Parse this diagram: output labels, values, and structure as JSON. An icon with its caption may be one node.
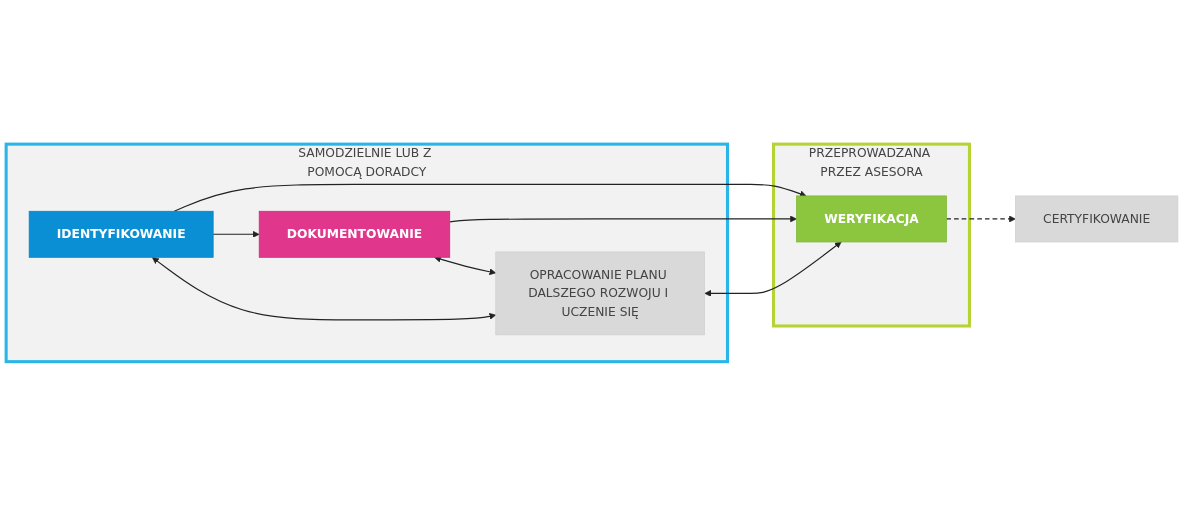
{
  "diagram": {
    "nodes": [
      {
        "text": [
          "SAMODZIELNIE LUB Z POMOCĄ DORADCY"
        ]
      },
      {
        "text": [
          "IDENTYFIKOWANIE"
        ],
        "in": 0
      },
      {
        "text": [
          "DOKUMENTOWANIE"
        ],
        "in": 0
      },
      {
        "text": [
          "OPRACOWANIE PLANU DALSZEGO ROZWOJU I UCZENIE SIĘ"
        ],
        "in": 0
      },
      {
        "text": [
          "PRZEPROWADZANA PRZEZ ASESORA"
        ]
      },
      {
        "text": [
          "WERYFIKACJA"
        ],
        "in": 4
      },
      {
        "text": [
          "CERTYFIKOWANIE"
        ]
      }
    ],
    "edges": [
      {
        "from": 1,
        "to": 5,
        "arrow": "to"
      },
      {
        "from": 1,
        "to": 2,
        "arrow": "to"
      },
      {
        "from": 2,
        "to": 5,
        "arrow": "to"
      },
      {
        "from": 1,
        "to": 3,
        "arrow": "both"
      },
      {
        "from": 2,
        "to": 3,
        "arrow": "both"
      },
      {
        "from": 3,
        "to": 5,
        "arrow": "both"
      },
      {
        "from": 5,
        "to": 6,
        "arrow": "to",
        "style": "dashed"
      }
    ]
  }
}
